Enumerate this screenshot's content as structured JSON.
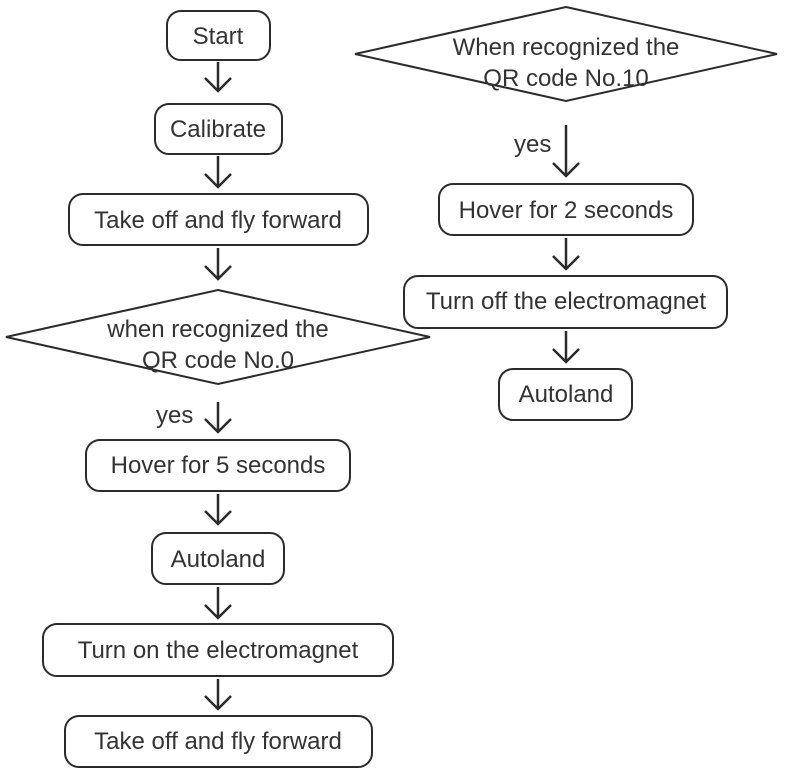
{
  "left_column": {
    "start": "Start",
    "calibrate": "Calibrate",
    "takeoff_1": "Take off and fly forward",
    "decision_line1": "when recognized the",
    "decision_line2": "QR code No.0",
    "yes_label": "yes",
    "hover": "Hover for 5 seconds",
    "autoland": "Autoland",
    "magnet_on": "Turn on the electromagnet",
    "takeoff_2": "Take off and fly forward"
  },
  "right_column": {
    "decision_line1": "When recognized the",
    "decision_line2": "QR code No.10",
    "yes_label": "yes",
    "hover": "Hover for 2 seconds",
    "magnet_off": "Turn off the electromagnet",
    "autoland": "Autoland"
  }
}
